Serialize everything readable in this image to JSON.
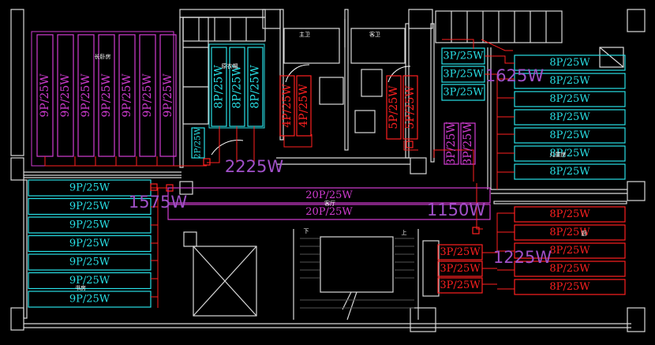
{
  "colors": {
    "magenta": "#d23cd2",
    "cyan": "#28e0e6",
    "red": "#ff2020",
    "wall": "#d8d8d8",
    "violet": "#a050c8"
  },
  "rooms": {
    "bedroom_left": "长卧房",
    "bedroom_mid": "原衣帽",
    "bath_left": "主卫",
    "bath_right": "客卫",
    "kids": "儿童房",
    "living": "客厅",
    "study": "书房",
    "kitchen": "厨",
    "stairs_down": "下",
    "stairs_up": "上"
  },
  "totals": {
    "left_top": "2225W",
    "left_bottom": "1575W",
    "right_top": "1625W",
    "center": "1150W",
    "right_bottom": "1225W"
  },
  "mats": {
    "bedroom_mag": [
      "9P/25W",
      "9P/25W",
      "9P/25W",
      "9P/25W",
      "9P/25W",
      "9P/25W",
      "9P/25W"
    ],
    "mid_cyan": [
      "8P/25W",
      "8P/25W",
      "8P/25W"
    ],
    "small_cyan": "2P/25W",
    "bath_left_red": [
      "4P/25W",
      "4P/25W"
    ],
    "bath_right_red": [
      "5P/25W",
      "5P/25W"
    ],
    "center_mag": [
      "3P/25W",
      "3P/25W"
    ],
    "right_top_small": [
      "3P/25W",
      "3P/25W",
      "3P/25W"
    ],
    "right_top_rows": [
      "8P/25W",
      "8P/25W",
      "8P/25W",
      "8P/25W",
      "8P/25W",
      "8P/25W",
      "8P/25W"
    ],
    "left_rows": [
      "9P/25W",
      "9P/25W",
      "9P/25W",
      "9P/25W",
      "9P/25W",
      "9P/25W",
      "9P/25W"
    ],
    "living": [
      "20P/25W",
      "20P/25W"
    ],
    "right_bottom_rows": [
      "8P/25W",
      "8P/25W",
      "8P/25W",
      "8P/25W",
      "8P/25W"
    ],
    "right_bottom_small": [
      "3P/25W",
      "3P/25W",
      "3P/25W"
    ]
  }
}
